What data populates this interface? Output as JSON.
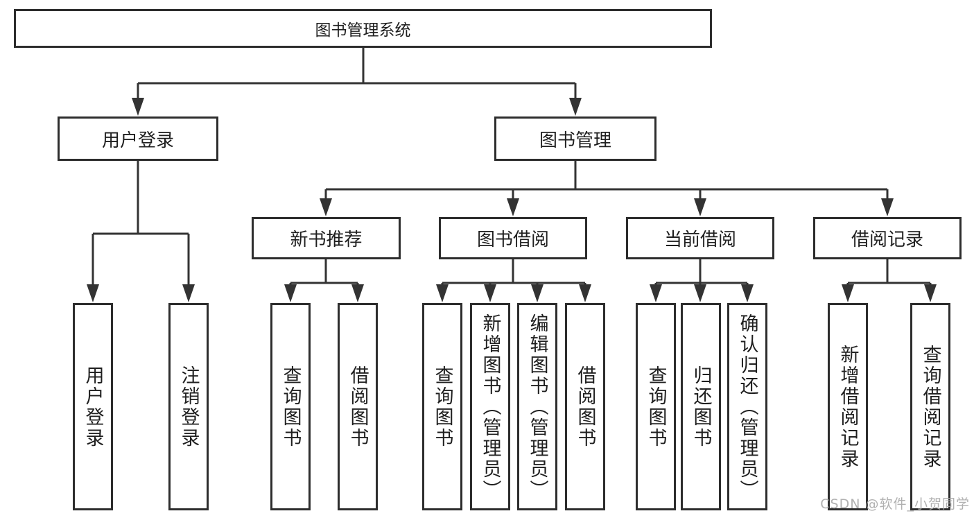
{
  "diagram": {
    "root": {
      "label": "图书管理系统"
    },
    "branches": [
      {
        "label": "用户登录",
        "children": [
          {
            "label": "用户登录"
          },
          {
            "label": "注销登录"
          }
        ]
      },
      {
        "label": "图书管理",
        "groups": [
          {
            "label": "新书推荐",
            "children": [
              {
                "label": "查询图书"
              },
              {
                "label": "借阅图书"
              }
            ]
          },
          {
            "label": "图书借阅",
            "children": [
              {
                "label": "查询图书"
              },
              {
                "label": "新增图书（管理员）"
              },
              {
                "label": "编辑图书（管理员）"
              },
              {
                "label": "借阅图书"
              }
            ]
          },
          {
            "label": "当前借阅",
            "children": [
              {
                "label": "查询图书"
              },
              {
                "label": "归还图书"
              },
              {
                "label": "确认归还（管理员）"
              }
            ]
          },
          {
            "label": "借阅记录",
            "children": [
              {
                "label": "新增借阅记录"
              },
              {
                "label": "查询借阅记录"
              }
            ]
          }
        ]
      }
    ]
  },
  "watermark": {
    "text": "CSDN @软件_小贺同学"
  },
  "colors": {
    "line": "#333333",
    "box_border": "#2d2d2d",
    "box_background": "#ffffff",
    "text": "#1f1f1f",
    "watermark": "#a8a8a8",
    "page_background": "#ffffff"
  }
}
